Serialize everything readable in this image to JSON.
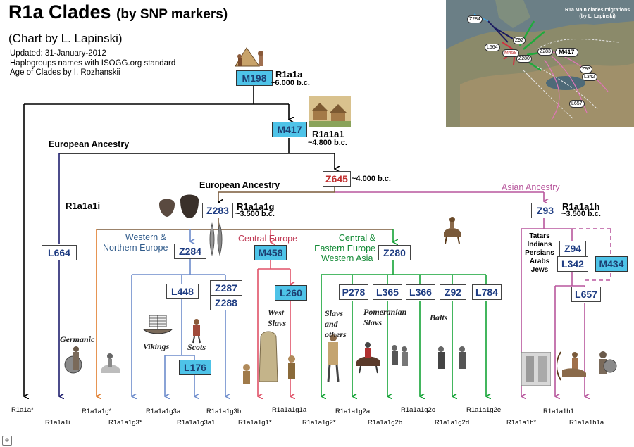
{
  "header": {
    "title_main": "R1a Clades",
    "title_sub": "(by SNP markers)",
    "subtitle": "(Chart by L. Lapinski)",
    "updated": "Updated: 31-January-2012",
    "standard": "Haplogroups names with ISOGG.org standard",
    "age_source": "Age of Clades by I. Rozhanskii"
  },
  "map": {
    "title": "R1a Main clades migrations\n(by L. Lapinski)",
    "pins": [
      "Z284",
      "Z92",
      "L664",
      "M458",
      "Z280",
      "Z283",
      "M417",
      "Z93",
      "L342",
      "L657"
    ]
  },
  "nodes": {
    "M198": "M198",
    "M417": "M417",
    "Z645": "Z645",
    "Z283": "Z283",
    "Z93": "Z93",
    "L664": "L664",
    "Z284": "Z284",
    "M458": "M458",
    "Z280": "Z280",
    "L448": "L448",
    "Z287": "Z287",
    "Z288": "Z288",
    "L260": "L260",
    "L176": "L176",
    "P278": "P278",
    "L365": "L365",
    "L366": "L366",
    "Z92": "Z92",
    "L784": "L784",
    "Z94": "Z94",
    "L342": "L342",
    "M434": "M434",
    "L657": "L657"
  },
  "clade_labels": {
    "r1a1a": "R1a1a",
    "r1a1a_age": "~6.000 b.c.",
    "r1a1a1": "R1a1a1",
    "r1a1a1_age": "~4.800 b.c.",
    "z645_age": "~4.000 b.c.",
    "r1a1a1g": "R1a1a1g",
    "r1a1a1g_age": "~3.500 b.c.",
    "r1a1a1h": "R1a1a1h",
    "r1a1a1h_age": "~3.500 b.c.",
    "r1a1a1i": "R1a1a1i"
  },
  "regions": {
    "european_ancestry_1": "European Ancestry",
    "european_ancestry_2": "European Ancestry",
    "asian_ancestry": "Asian Ancestry",
    "western_northern": "Western &\nNorthern Europe",
    "central_europe": "Central Europe",
    "central_eastern": "Central &\nEastern Europe",
    "western_asia": "Western Asia"
  },
  "populations": {
    "germanic": "Germanic",
    "vikings": "Vikings",
    "scots": "Scots",
    "west_slavs": "West\nSlavs",
    "slavs_others": "Slavs\nand\nothers",
    "pomeranian": "Pomeranian\nSlavs",
    "balts": "Balts",
    "asian_list": "Tatars\nIndians\nPersians\nArabs\nJews"
  },
  "leaves": [
    "R1a1a*",
    "R1a1a1i",
    "R1a1a1g*",
    "R1a1a1g3*",
    "R1a1a1g3a",
    "R1a1a1g3a1",
    "R1a1a1g3b",
    "R1a1a1g1*",
    "R1a1a1g1a",
    "R1a1a1g2*",
    "R1a1a1g2a",
    "R1a1a1g2b",
    "R1a1a1g2c",
    "R1a1a1g2d",
    "R1a1a1g2e",
    "R1a1a1h*",
    "R1a1a1h1",
    "R1a1a1h1a"
  ],
  "colors": {
    "black": "#000000",
    "navy": "#1f1f6e",
    "orange": "#e07b2a",
    "blue": "#6d8ccc",
    "red": "#e05268",
    "green": "#14a336",
    "magenta": "#b8579d",
    "brown": "#7a5a3a",
    "node_cyan": "#4ec3e8"
  }
}
